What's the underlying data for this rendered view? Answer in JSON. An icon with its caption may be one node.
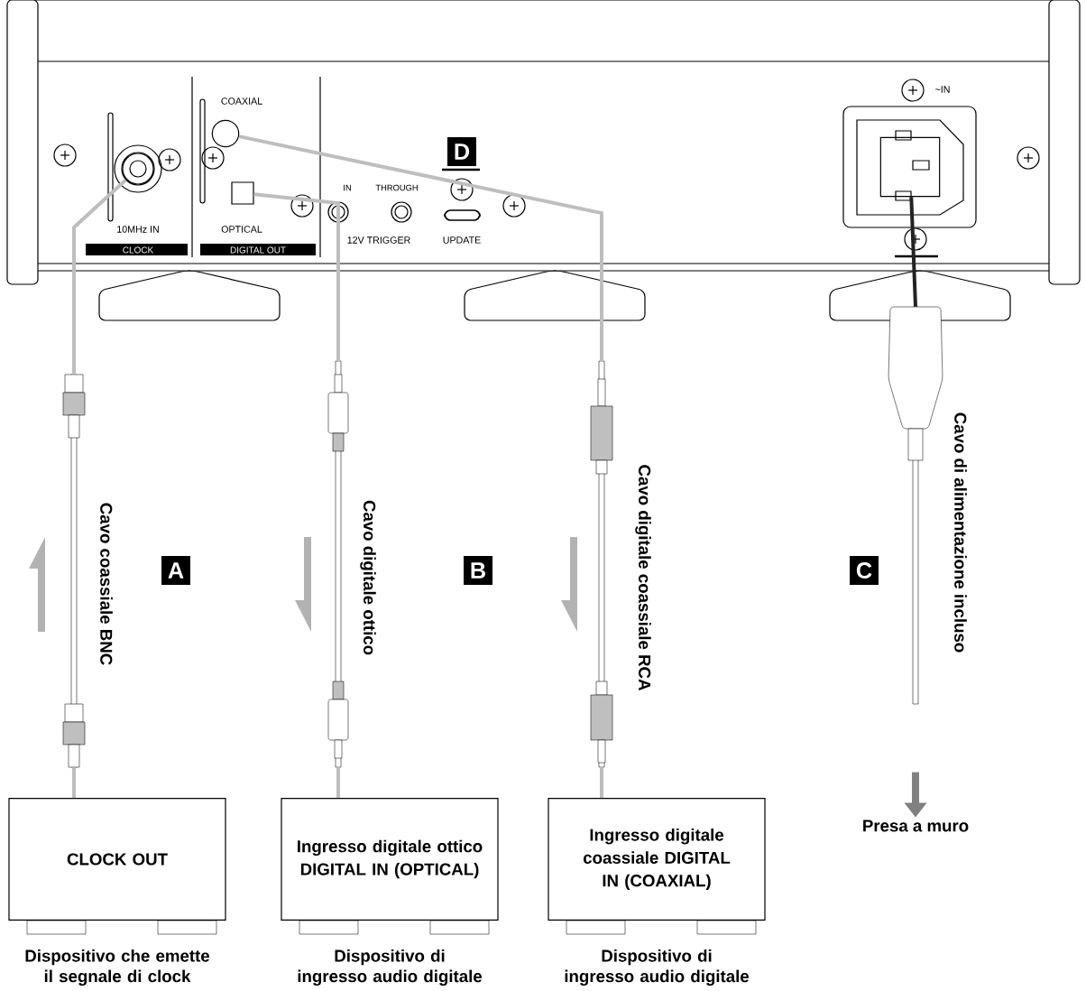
{
  "diagram": {
    "nodes": [
      {
        "text": [],
        "shape": "circle"
      },
      {
        "text": [],
        "shape": "box"
      },
      {
        "text": [],
        "shape": "circle"
      },
      {
        "text": [],
        "shape": "box"
      },
      {
        "text": [],
        "shape": "cable",
        "beside": [
          "Cavo coassiale BNC"
        ]
      },
      {
        "text": [],
        "shape": "cable",
        "beside": [
          "Cavo digitale ottico"
        ]
      },
      {
        "text": [],
        "shape": "cable",
        "beside": [
          "Cavo digitale coassiale RCA"
        ]
      },
      {
        "text": [],
        "shape": "cable",
        "beside": [
          "Cavo di alimentazione incluso"
        ]
      },
      {
        "text": [
          "CLOCK OUT"
        ],
        "beside": [
          "Dispositivo che emette il segnale di clock"
        ]
      },
      {
        "text": [
          "Ingresso digitale ottico DIGITAL IN (OPTICAL)"
        ],
        "beside": [
          "Dispositivo di ingresso audio digitale"
        ]
      },
      {
        "text": [
          "Ingresso digitale coassiale DIGITAL IN (COAXIAL)"
        ],
        "beside": [
          "Dispositivo di ingresso audio digitale"
        ]
      },
      {
        "text": [
          "Presa a muro"
        ]
      }
    ],
    "edges": [
      {
        "from": 0,
        "to": 4,
        "arrow": "none"
      },
      {
        "from": 4,
        "to": 8,
        "arrow": "none"
      },
      {
        "from": 1,
        "to": 5,
        "arrow": "none"
      },
      {
        "from": 5,
        "to": 9,
        "arrow": "none"
      },
      {
        "from": 2,
        "to": 6,
        "arrow": "none"
      },
      {
        "from": 6,
        "to": 10,
        "arrow": "none"
      },
      {
        "from": 3,
        "to": 7,
        "arrow": "none",
        "color": "#222222"
      },
      {
        "from": null,
        "to": 11,
        "arrow": "to",
        "style": "thick"
      }
    ],
    "labels": [
      "COAXIAL",
      "~IN",
      "D",
      "IN",
      "THROUGH",
      "10MHz IN",
      "OPTICAL",
      "12V TRIGGER",
      "UPDATE",
      "CLOCK",
      "DIGITAL OUT",
      "A",
      "B",
      "C"
    ]
  }
}
